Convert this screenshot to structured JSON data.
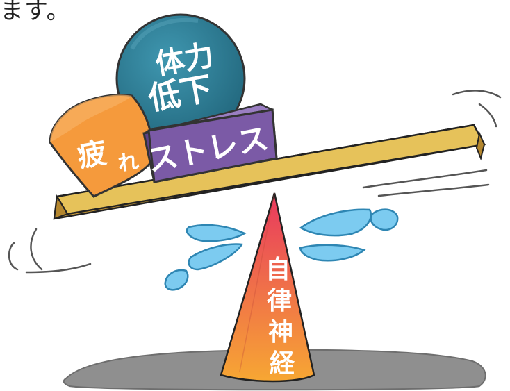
{
  "top_text_fragment": "ます。",
  "labels": {
    "ball": [
      "体力",
      "低下"
    ],
    "orange_block": [
      "疲",
      "れ"
    ],
    "purple_block": "ストレス",
    "cone": [
      "自",
      "律",
      "神",
      "経"
    ]
  },
  "colors": {
    "ball": "#2e7f98",
    "ball_highlight": "#5aa6bd",
    "orange_block": "#f59a3c",
    "purple_block": "#7b5aa6",
    "plank": "#e6c25a",
    "plank_side": "#c79a3a",
    "cone_top": "#e8385f",
    "cone_bottom": "#f7a733",
    "droplet": "#7ccbf0",
    "shadow": "#8f8f8f"
  },
  "icons": [
    "motion-lines-icon",
    "sweat-droplet-icon",
    "seesaw-fulcrum-icon"
  ]
}
